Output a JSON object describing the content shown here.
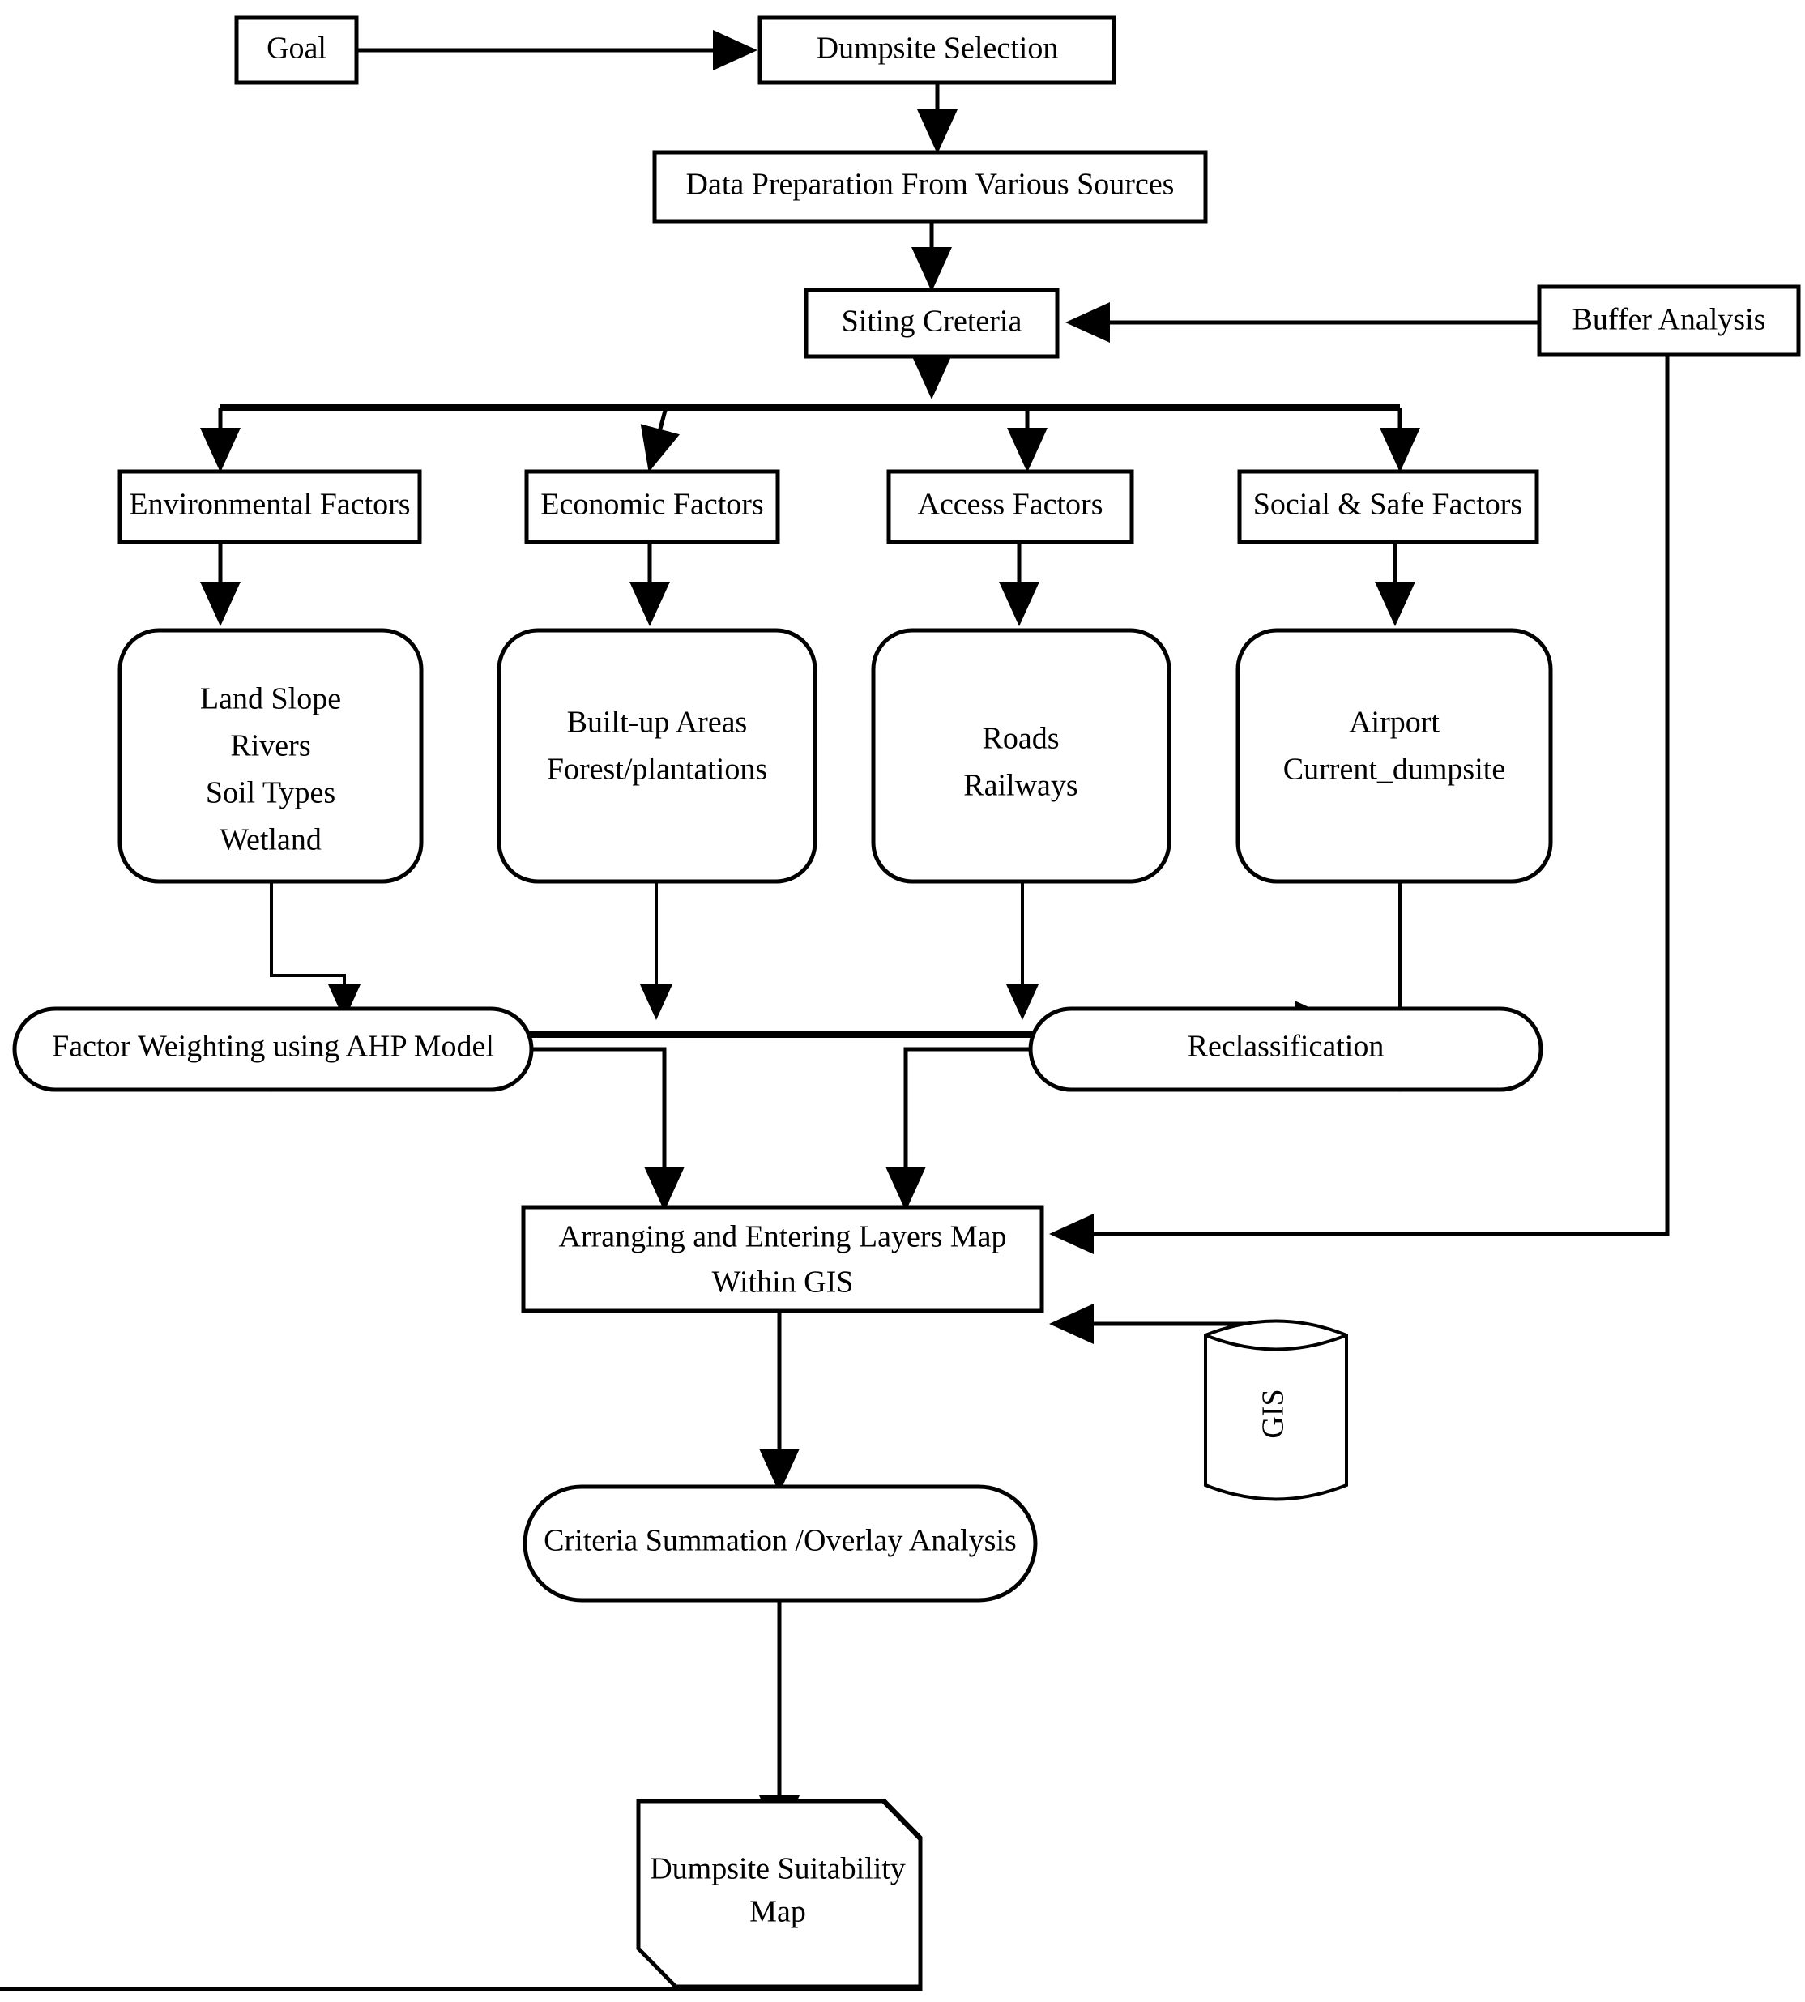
{
  "diagram": {
    "title": "Dumpsite Selection GIS-AHP Methodology Flowchart",
    "background_color": "#ffffff",
    "line_color": "#000000",
    "fill_color": "#ffffff"
  },
  "nodes": {
    "goal": {
      "label": "Goal",
      "shape": "rect"
    },
    "dumpsite_selection": {
      "label": "Dumpsite Selection",
      "shape": "rect"
    },
    "data_preparation": {
      "label": "Data Preparation From  Various Sources",
      "shape": "rect"
    },
    "siting_criteria": {
      "label": "Siting Creteria",
      "shape": "rect"
    },
    "buffer_analysis": {
      "label": "Buffer Analysis",
      "shape": "rect"
    },
    "environmental_factors": {
      "label": "Environmental Factors",
      "shape": "rect"
    },
    "economic_factors": {
      "label": "Economic Factors",
      "shape": "rect"
    },
    "access_factors": {
      "label": "Access Factors",
      "shape": "rect"
    },
    "social_safe_factors": {
      "label": "Social & Safe Factors",
      "shape": "rect"
    },
    "environmental_list": {
      "shape": "rounded-rect",
      "lines": [
        "Land Slope",
        "Rivers",
        "Soil Types",
        "Wetland"
      ]
    },
    "economic_list": {
      "shape": "rounded-rect",
      "lines": [
        "Built-up Areas",
        "Forest/plantations"
      ]
    },
    "access_list": {
      "shape": "rounded-rect",
      "lines": [
        "Roads",
        "Railways"
      ]
    },
    "social_list": {
      "shape": "rounded-rect",
      "lines": [
        "Airport",
        "Current_dumpsite"
      ]
    },
    "factor_weighting": {
      "label": "Factor Weighting using AHP Model",
      "shape": "stadium"
    },
    "reclassification": {
      "label": "Reclassification",
      "shape": "stadium"
    },
    "arranging_layers": {
      "shape": "rect",
      "lines": [
        "Arranging and Entering Layers Map",
        "Within GIS"
      ]
    },
    "gis_database": {
      "label": "GIS",
      "shape": "cylinder",
      "text_rotation": -90
    },
    "criteria_summation": {
      "label": "Criteria Summation /Overlay Analysis",
      "shape": "stadium"
    },
    "suitability_map": {
      "shape": "clipped-document",
      "lines": [
        "Dumpsite Suitability",
        "Map"
      ]
    }
  },
  "edges": [
    {
      "from": "goal",
      "to": "dumpsite_selection",
      "direction": "right",
      "arrow": true
    },
    {
      "from": "dumpsite_selection",
      "to": "data_preparation",
      "direction": "down",
      "arrow": true
    },
    {
      "from": "data_preparation",
      "to": "siting_criteria",
      "direction": "down",
      "arrow": true
    },
    {
      "from": "buffer_analysis",
      "to": "siting_criteria",
      "direction": "left",
      "arrow": true
    },
    {
      "from": "siting_criteria",
      "to": "environmental_factors",
      "direction": "down",
      "arrow": true
    },
    {
      "from": "siting_criteria",
      "to": "economic_factors",
      "direction": "down",
      "arrow": true
    },
    {
      "from": "siting_criteria",
      "to": "access_factors",
      "direction": "down",
      "arrow": true
    },
    {
      "from": "siting_criteria",
      "to": "social_safe_factors",
      "direction": "down",
      "arrow": true
    },
    {
      "from": "environmental_factors",
      "to": "environmental_list",
      "direction": "down",
      "arrow": true
    },
    {
      "from": "economic_factors",
      "to": "economic_list",
      "direction": "down",
      "arrow": true
    },
    {
      "from": "access_factors",
      "to": "access_list",
      "direction": "down",
      "arrow": true
    },
    {
      "from": "social_safe_factors",
      "to": "social_list",
      "direction": "down",
      "arrow": true
    },
    {
      "from": "environmental_list",
      "to": "merge_bus",
      "direction": "down",
      "arrow": true
    },
    {
      "from": "economic_list",
      "to": "merge_bus",
      "direction": "down",
      "arrow": true
    },
    {
      "from": "access_list",
      "to": "merge_bus",
      "direction": "down",
      "arrow": true
    },
    {
      "from": "social_list",
      "to": "merge_bus",
      "direction": "down",
      "arrow": true
    },
    {
      "from": "merge_bus",
      "to": "factor_weighting",
      "direction": "down",
      "arrow": true
    },
    {
      "from": "merge_bus",
      "to": "reclassification",
      "direction": "down",
      "arrow": true
    },
    {
      "from": "factor_weighting",
      "to": "arranging_layers",
      "direction": "down",
      "arrow": true
    },
    {
      "from": "reclassification",
      "to": "arranging_layers",
      "direction": "down",
      "arrow": true
    },
    {
      "from": "buffer_analysis",
      "to": "arranging_layers",
      "direction": "left",
      "arrow": true
    },
    {
      "from": "gis_database",
      "to": "arranging_layers",
      "direction": "left",
      "arrow": true
    },
    {
      "from": "arranging_layers",
      "to": "criteria_summation",
      "direction": "down",
      "arrow": true
    },
    {
      "from": "criteria_summation",
      "to": "suitability_map",
      "direction": "down",
      "arrow": true
    }
  ]
}
